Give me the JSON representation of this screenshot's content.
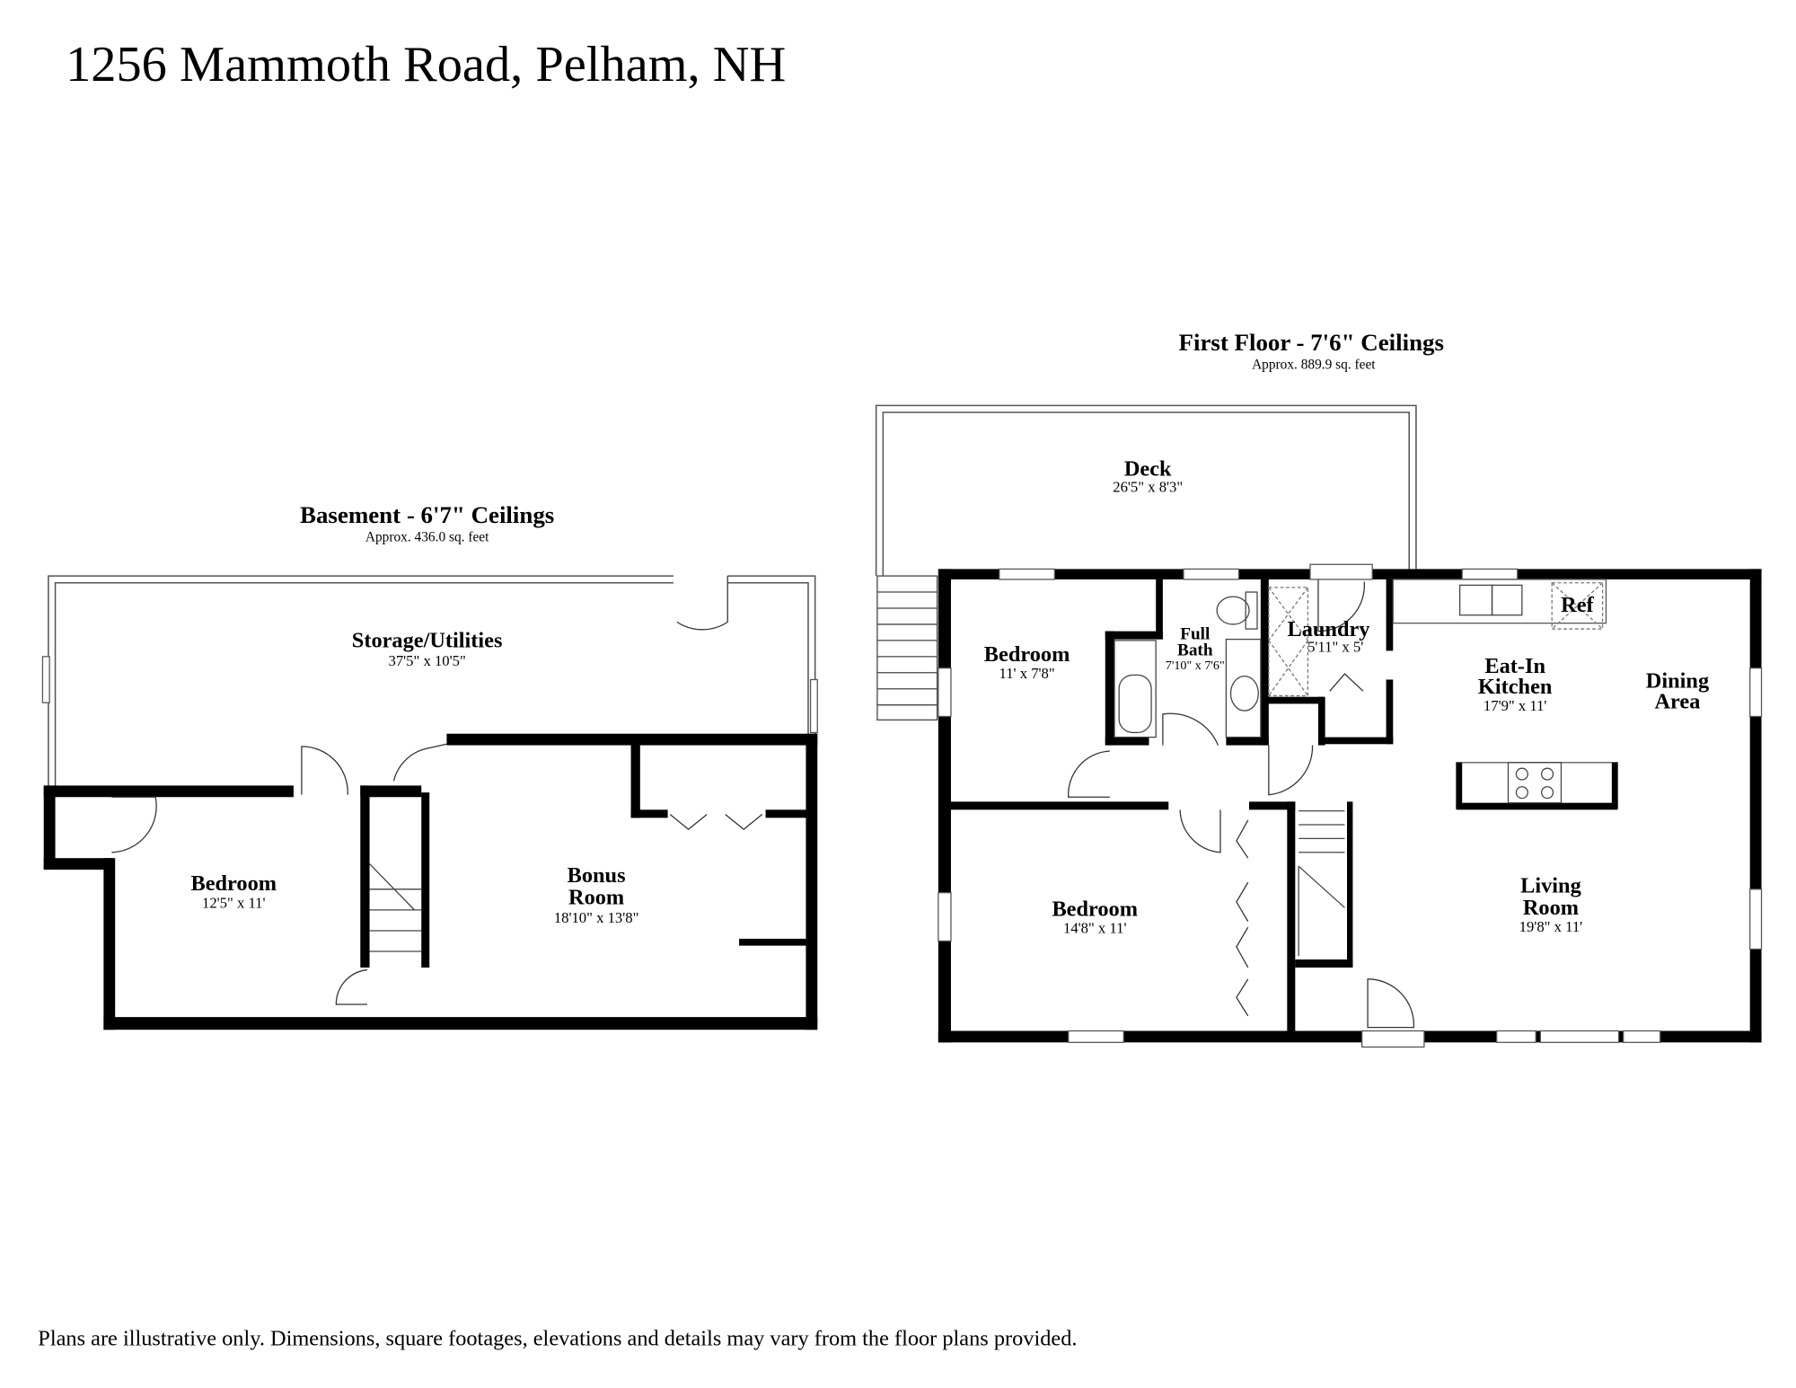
{
  "title": "1256 Mammoth Road, Pelham, NH",
  "footer": "Plans are illustrative only. Dimensions, square footages, elevations and details may vary from the floor plans provided.",
  "basement": {
    "title": "Basement - 6'7\" Ceilings",
    "area": "Approx. 436.0 sq. feet",
    "rooms": [
      {
        "name": "Storage/Utilities",
        "dims": "37'5\" x 10'5\""
      },
      {
        "name": "Bedroom",
        "dims": "12'5\" x 11'"
      },
      {
        "name_line1": "Bonus",
        "name_line2": "Room",
        "dims": "18'10\" x 13'8\""
      }
    ]
  },
  "first_floor": {
    "title": "First Floor - 7'6\" Ceilings",
    "area": "Approx. 889.9 sq. feet",
    "rooms": [
      {
        "name": "Deck",
        "dims": "26'5\" x 8'3\""
      },
      {
        "name": "Bedroom",
        "dims": "11' x 7'8\""
      },
      {
        "name_line1": "Full",
        "name_line2": "Bath",
        "dims": "7'10\" x 7'6\""
      },
      {
        "name": "Laundry",
        "dims": "5'11\" x 5'"
      },
      {
        "name_line1": "Eat-In",
        "name_line2": "Kitchen",
        "dims": "17'9\" x 11'"
      },
      {
        "name_line1": "Dining",
        "name_line2": "Area"
      },
      {
        "name": "Ref"
      },
      {
        "name": "Bedroom",
        "dims": "14'8\" x 11'"
      },
      {
        "name_line1": "Living",
        "name_line2": "Room",
        "dims": "19'8\" x 11'"
      }
    ]
  }
}
